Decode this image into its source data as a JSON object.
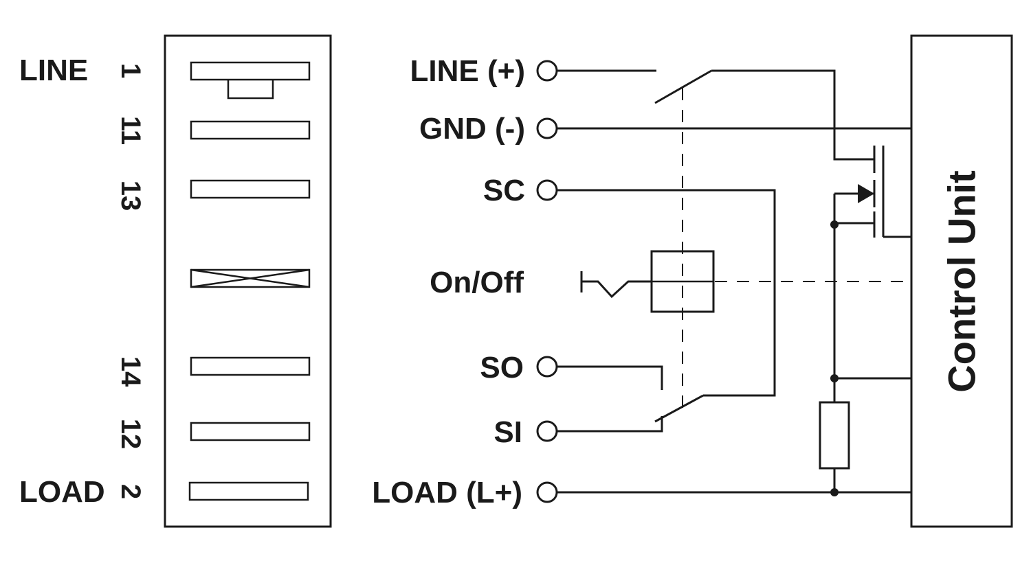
{
  "terminal_block": {
    "side_labels": {
      "line": "LINE",
      "load": "LOAD"
    },
    "pin_numbers": [
      "1",
      "11",
      "13",
      "14",
      "12",
      "2"
    ]
  },
  "terminals": {
    "line": "LINE (+)",
    "gnd": "GND (-)",
    "sc": "SC",
    "on_off": "On/Off",
    "so": "SO",
    "si": "SI",
    "load": "LOAD (L+)"
  },
  "control_unit": {
    "label": "Control Unit"
  }
}
